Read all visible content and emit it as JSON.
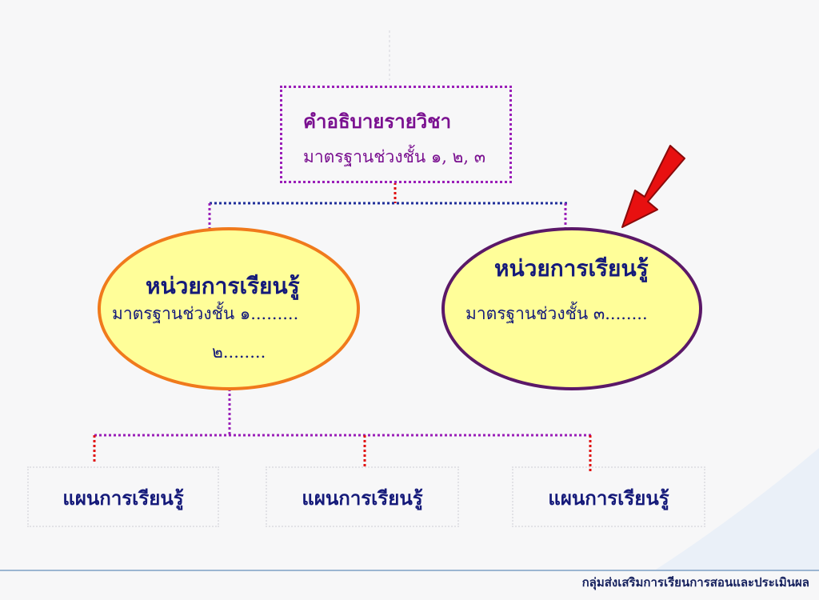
{
  "top_box": {
    "title": "คำอธิบายรายวิชา",
    "subtitle": "มาตรฐานช่วงชั้น ๑, ๒, ๓"
  },
  "left_unit": {
    "title": "หน่วยการเรียนรู้",
    "line1": "มาตรฐานช่วงชั้น ๑.........",
    "line2": "๒........"
  },
  "right_unit": {
    "title": "หน่วยการเรียนรู้",
    "line1": "มาตรฐานช่วงชั้น ๓........"
  },
  "plans": [
    "แผนการเรียนรู้",
    "แผนการเรียนรู้",
    "แผนการเรียนรู้"
  ],
  "footer": {
    "text": "กลุ่มส่งเสริมการเรียนการสอนและประเมินผล"
  },
  "colors": {
    "purple": "#9a1fb8",
    "red": "#e01010",
    "navy": "#1f2f9a",
    "arrow": "#e81010",
    "ellipse_fill": "#fffe99"
  },
  "icons": {
    "pointer": "red-arrow-icon"
  }
}
